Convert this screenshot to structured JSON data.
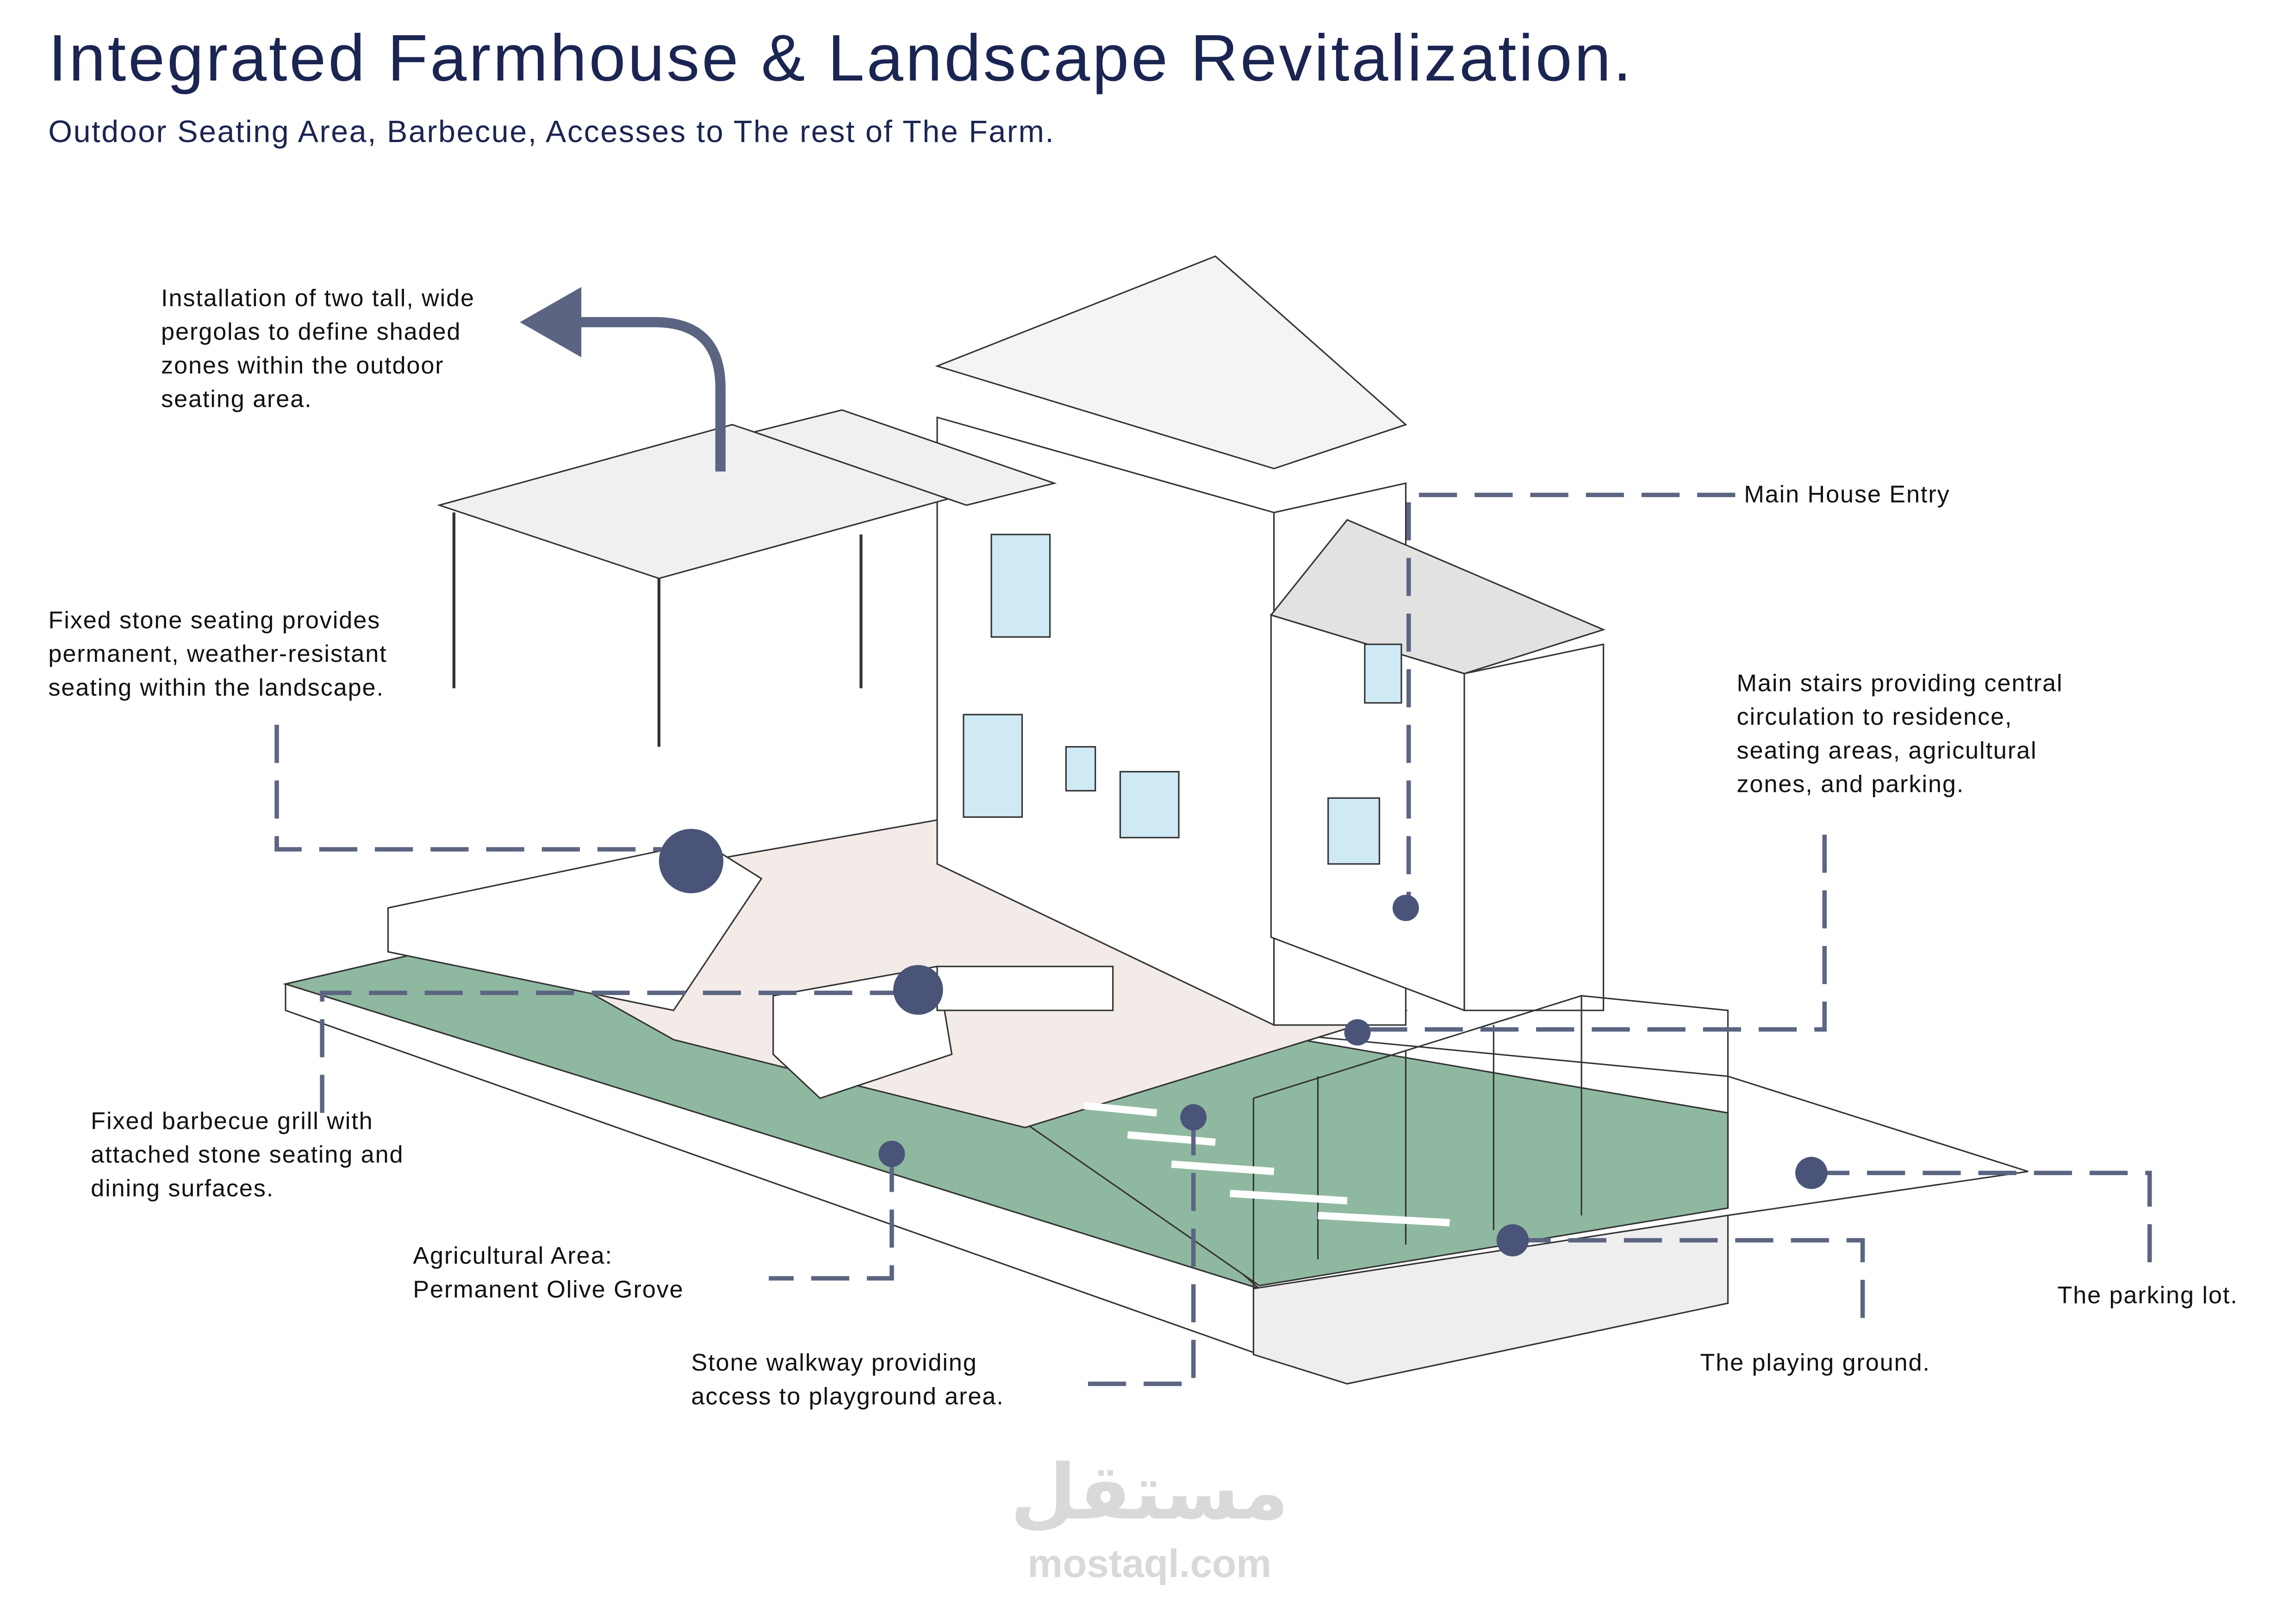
{
  "header": {
    "title": "Integrated Farmhouse & Landscape Revitalization.",
    "subtitle": "Outdoor Seating Area, Barbecue, Accesses to The rest of The Farm."
  },
  "annotations": {
    "pergolas": "Installation of two tall, wide\npergolas to define shaded\nzones within the outdoor\nseating area.",
    "stone_seating": "Fixed stone seating provides\npermanent, weather-resistant\nseating within the landscape.",
    "main_entry": "Main House Entry",
    "main_stairs": "Main stairs providing central\ncirculation to residence,\nseating areas, agricultural\nzones, and parking.",
    "barbecue": "Fixed barbecue grill with\nattached stone seating and\ndining surfaces.",
    "agricultural": "Agricultural Area:\nPermanent Olive Grove",
    "walkway": "Stone walkway providing\naccess to playground area.",
    "playing_ground": "The playing ground.",
    "parking": "The parking lot."
  },
  "watermark": {
    "arabic": "مستقل",
    "latin": "mostaql.com"
  },
  "colors": {
    "title": "#1b2552",
    "callout": "#5b6582",
    "dot": "#4a5478",
    "lawn": "#8fb8a0"
  }
}
